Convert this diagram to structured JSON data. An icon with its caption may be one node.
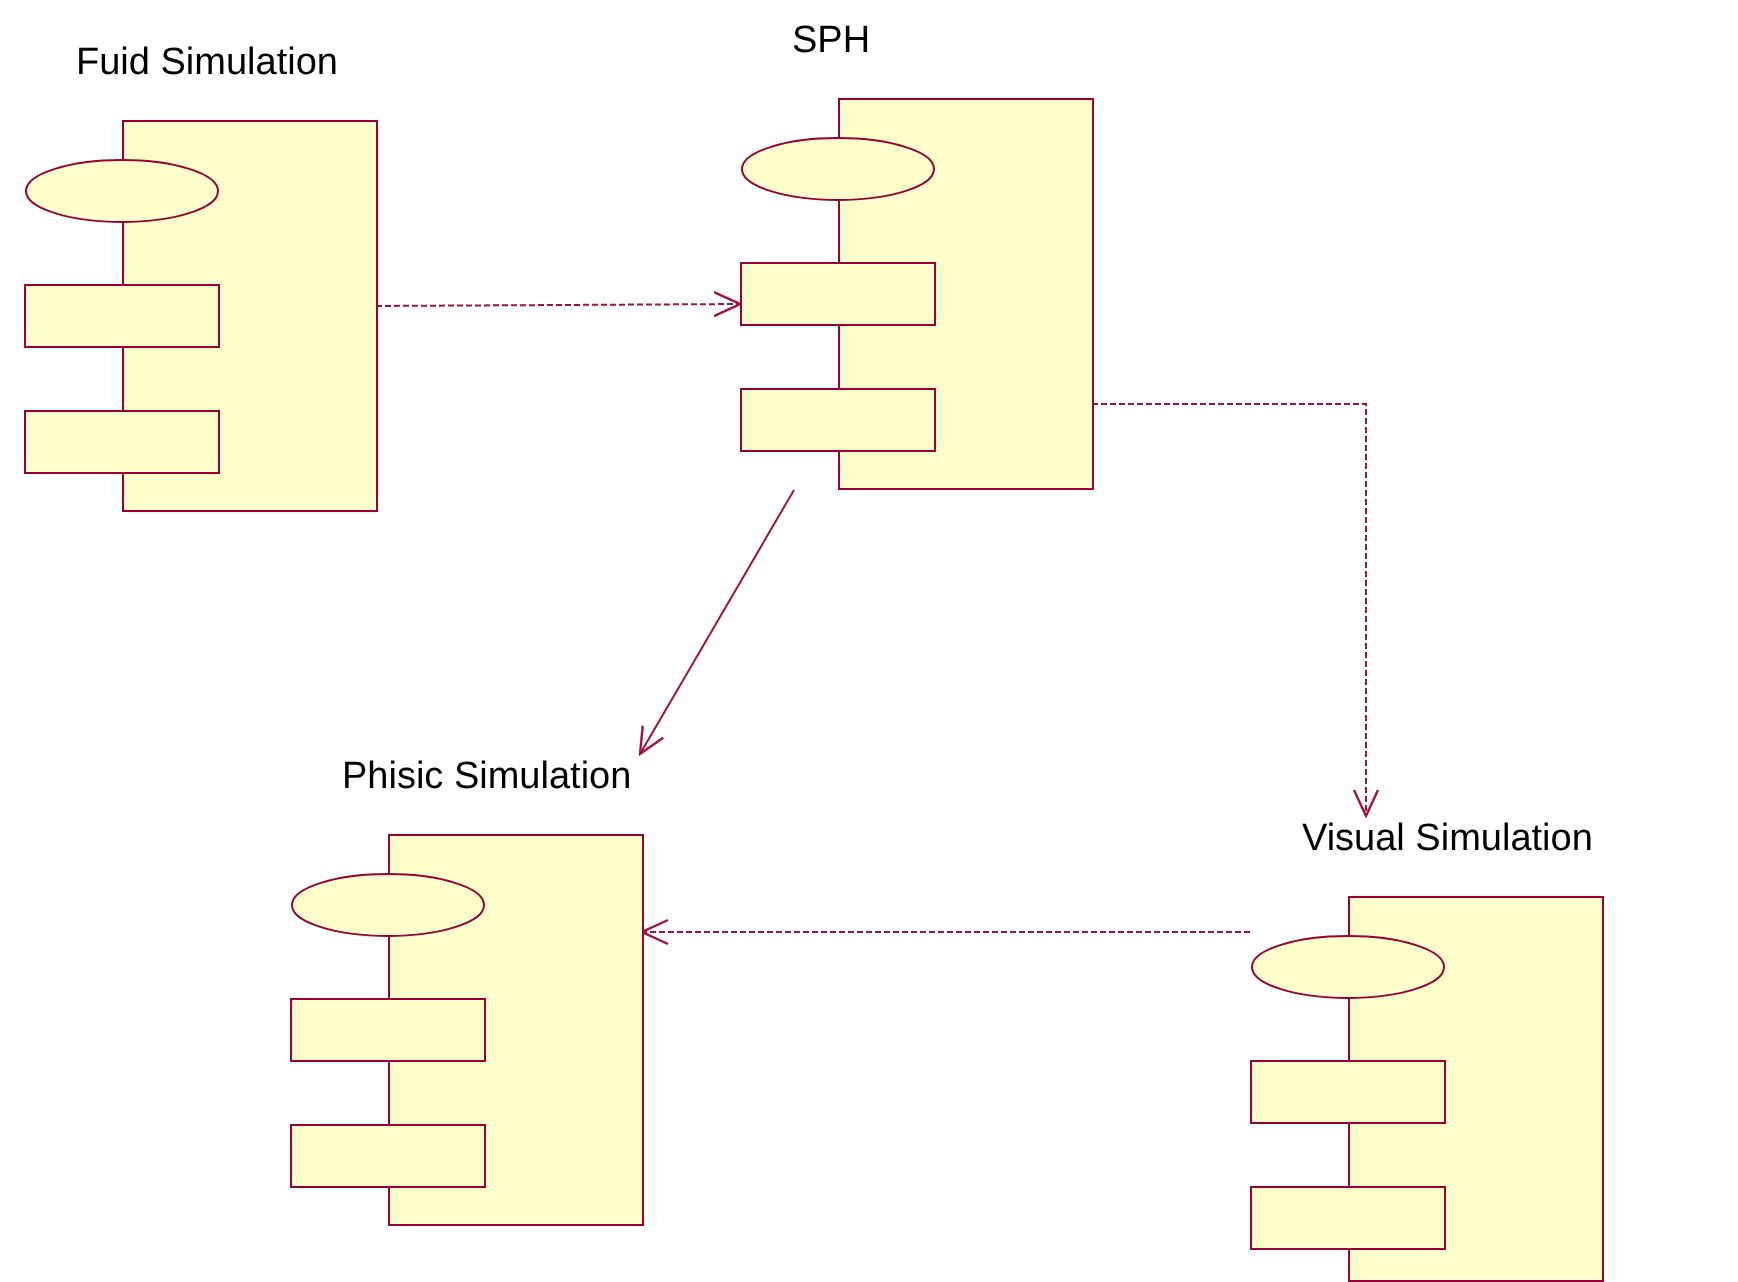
{
  "diagram": {
    "nodes": [
      {
        "text": [
          "Fuid Simulation"
        ]
      },
      {
        "text": [
          "SPH"
        ]
      },
      {
        "text": [
          "Phisic Simulation"
        ]
      },
      {
        "text": [
          "Visual Simulation"
        ]
      }
    ],
    "edges": [
      {
        "from": 0,
        "to": 1,
        "arrow": "to",
        "style": "dashed"
      },
      {
        "from": 1,
        "to": 2,
        "arrow": "to"
      },
      {
        "from": 1,
        "to": 3,
        "arrow": "to",
        "style": "dashed"
      },
      {
        "from": 3,
        "to": 2,
        "arrow": "to",
        "style": "dashed"
      }
    ]
  }
}
